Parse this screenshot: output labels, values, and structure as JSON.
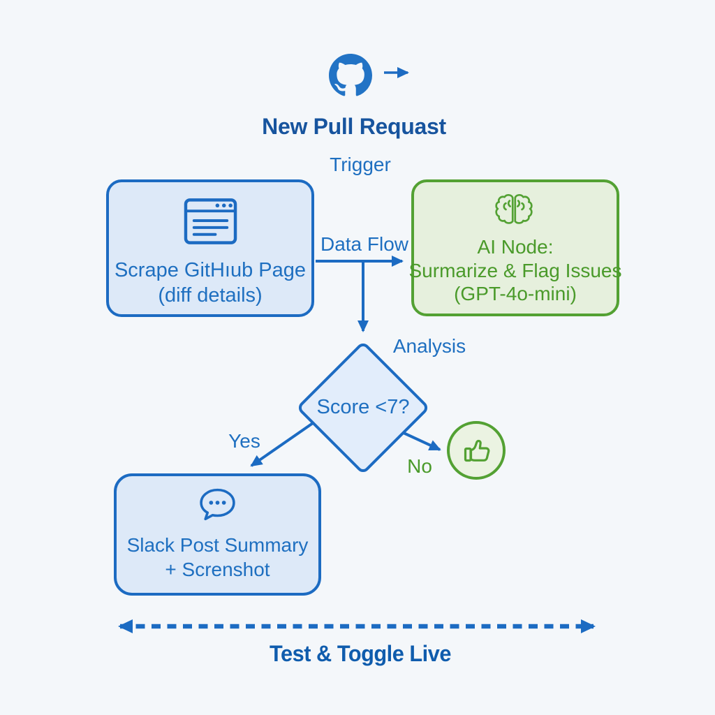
{
  "palette": {
    "blue_stroke": "#1c6bc2",
    "blue_text": "#1e6fc0",
    "blue_dark_text": "#17549e",
    "blue_fill": "#dde9f8",
    "diamond_fill": "#e2edfb",
    "green_stroke": "#53a133",
    "green_text": "#4a9a2a",
    "green_fill": "#e6f0dd",
    "background": "#f4f7fa"
  },
  "header": {
    "github_icon": "github-icon",
    "arrow_icon": "right-arrow-icon",
    "title": "New Pull Requast",
    "trigger_label": "Trigger"
  },
  "nodes": {
    "scrape": {
      "icon": "browser-window-icon",
      "line1": "Scrape GitHıub Page",
      "line2": "(diff details)"
    },
    "ai": {
      "icon": "brain-icon",
      "line1": "AI Node:",
      "line2": "Surmarize & Flag Issues",
      "line3": "(GPT-4o-mini)"
    },
    "decision": {
      "label": "Score <7?"
    },
    "slack": {
      "icon": "chat-bubble-icon",
      "line1": "Slack Post Summary",
      "line2": "+ Screnshot"
    },
    "approve": {
      "icon": "thumbs-up-icon"
    }
  },
  "edge_labels": {
    "data_flow": "Data Flow",
    "analysis": "Analysis",
    "yes": "Yes",
    "no": "No"
  },
  "footer": {
    "label": "Test & Toggle Live"
  }
}
